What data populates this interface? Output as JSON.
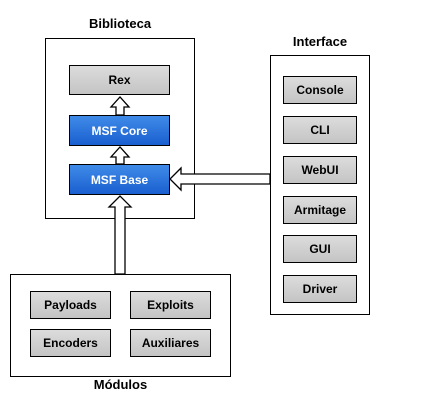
{
  "library": {
    "title": "Biblioteca",
    "components": {
      "rex": "Rex",
      "core": "MSF Core",
      "base": "MSF Base"
    }
  },
  "interface": {
    "title": "Interface",
    "items": [
      "Console",
      "CLI",
      "WebUI",
      "Armitage",
      "GUI",
      "Driver"
    ]
  },
  "modules": {
    "title": "Módulos",
    "items": [
      "Payloads",
      "Exploits",
      "Encoders",
      "Auxiliares"
    ]
  },
  "colors": {
    "blue_box": "#2b73de",
    "grey_box": "#d0d0d0",
    "border": "#000000"
  }
}
